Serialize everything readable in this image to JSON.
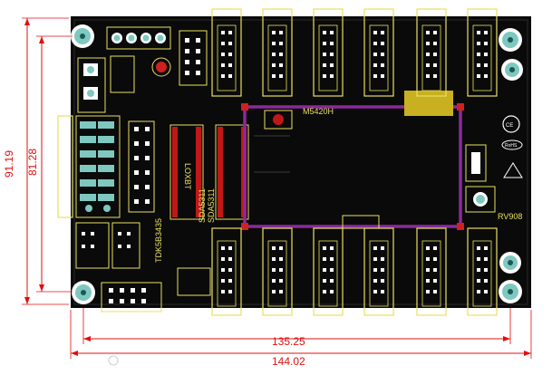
{
  "dimensions": {
    "width_outer": "144.02",
    "width_inner": "135.25",
    "height_outer": "91.19",
    "height_inner": "81.28"
  },
  "board": {
    "model_label": "RV908",
    "chip_label_1": "SDA5311",
    "chip_label_2": "SDA5311",
    "chip_ref": "LOXBT",
    "ic_label": "TDK5B3435",
    "logo_label": "M5420H",
    "cert_ce": "CE",
    "cert_rohs": "RoHS",
    "colors": {
      "pcb": "#0a0a0a",
      "silkscreen": "#e8e060",
      "dimension": "#e01010",
      "fpga_outline": "#8a2a9a",
      "pad": "#d02020",
      "hole": "#7ec8c0"
    }
  }
}
